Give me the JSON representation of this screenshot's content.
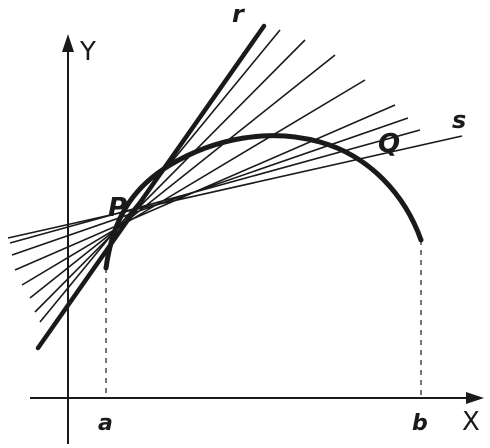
{
  "labels": {
    "y_axis": "Y",
    "x_axis": "X",
    "point_p": "P",
    "point_q": "Q",
    "line_r": "r",
    "line_s": "s",
    "tick_a": "a",
    "tick_b": "b"
  },
  "colors": {
    "ink": "#1a1a1a",
    "background": "#ffffff"
  }
}
